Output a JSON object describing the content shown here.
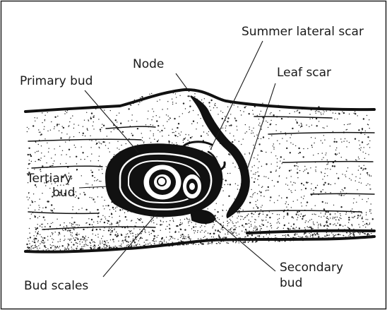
{
  "labels": {
    "summer_lateral_scar": "Summer lateral scar",
    "node": "Node",
    "leaf_scar": "Leaf scar",
    "primary_bud": "Primary bud",
    "tertiary_bud_line1": "Tertiary",
    "tertiary_bud_line2": "bud",
    "bud_scales": "Bud scales",
    "secondary_bud_line1": "Secondary",
    "secondary_bud_line2": "bud"
  },
  "colors": {
    "ink": "#111111",
    "paper": "#ffffff",
    "frame": "#222222"
  }
}
